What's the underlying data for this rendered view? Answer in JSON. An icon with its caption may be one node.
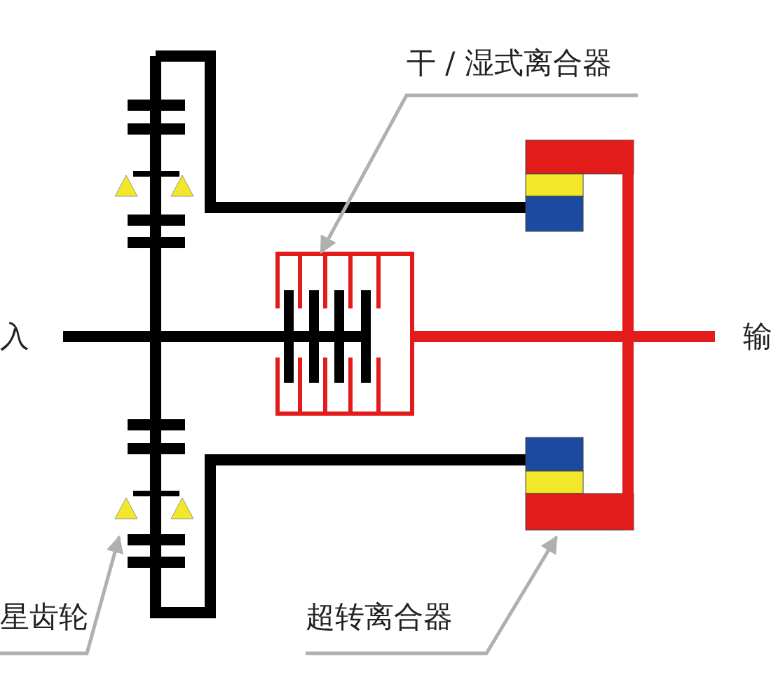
{
  "diagram": {
    "nodes": [
      {
        "text": [
          "干 / 湿式离合器"
        ]
      },
      {
        "text": [
          "星齿轮"
        ]
      },
      {
        "text": [
          "超转离合器"
        ]
      }
    ],
    "edges": [
      {
        "from": 0,
        "to": null,
        "arrow": "to"
      },
      {
        "from": 1,
        "to": null,
        "arrow": "to"
      },
      {
        "from": 2,
        "to": null,
        "arrow": "to"
      }
    ],
    "labels": [
      "入",
      "输"
    ]
  }
}
